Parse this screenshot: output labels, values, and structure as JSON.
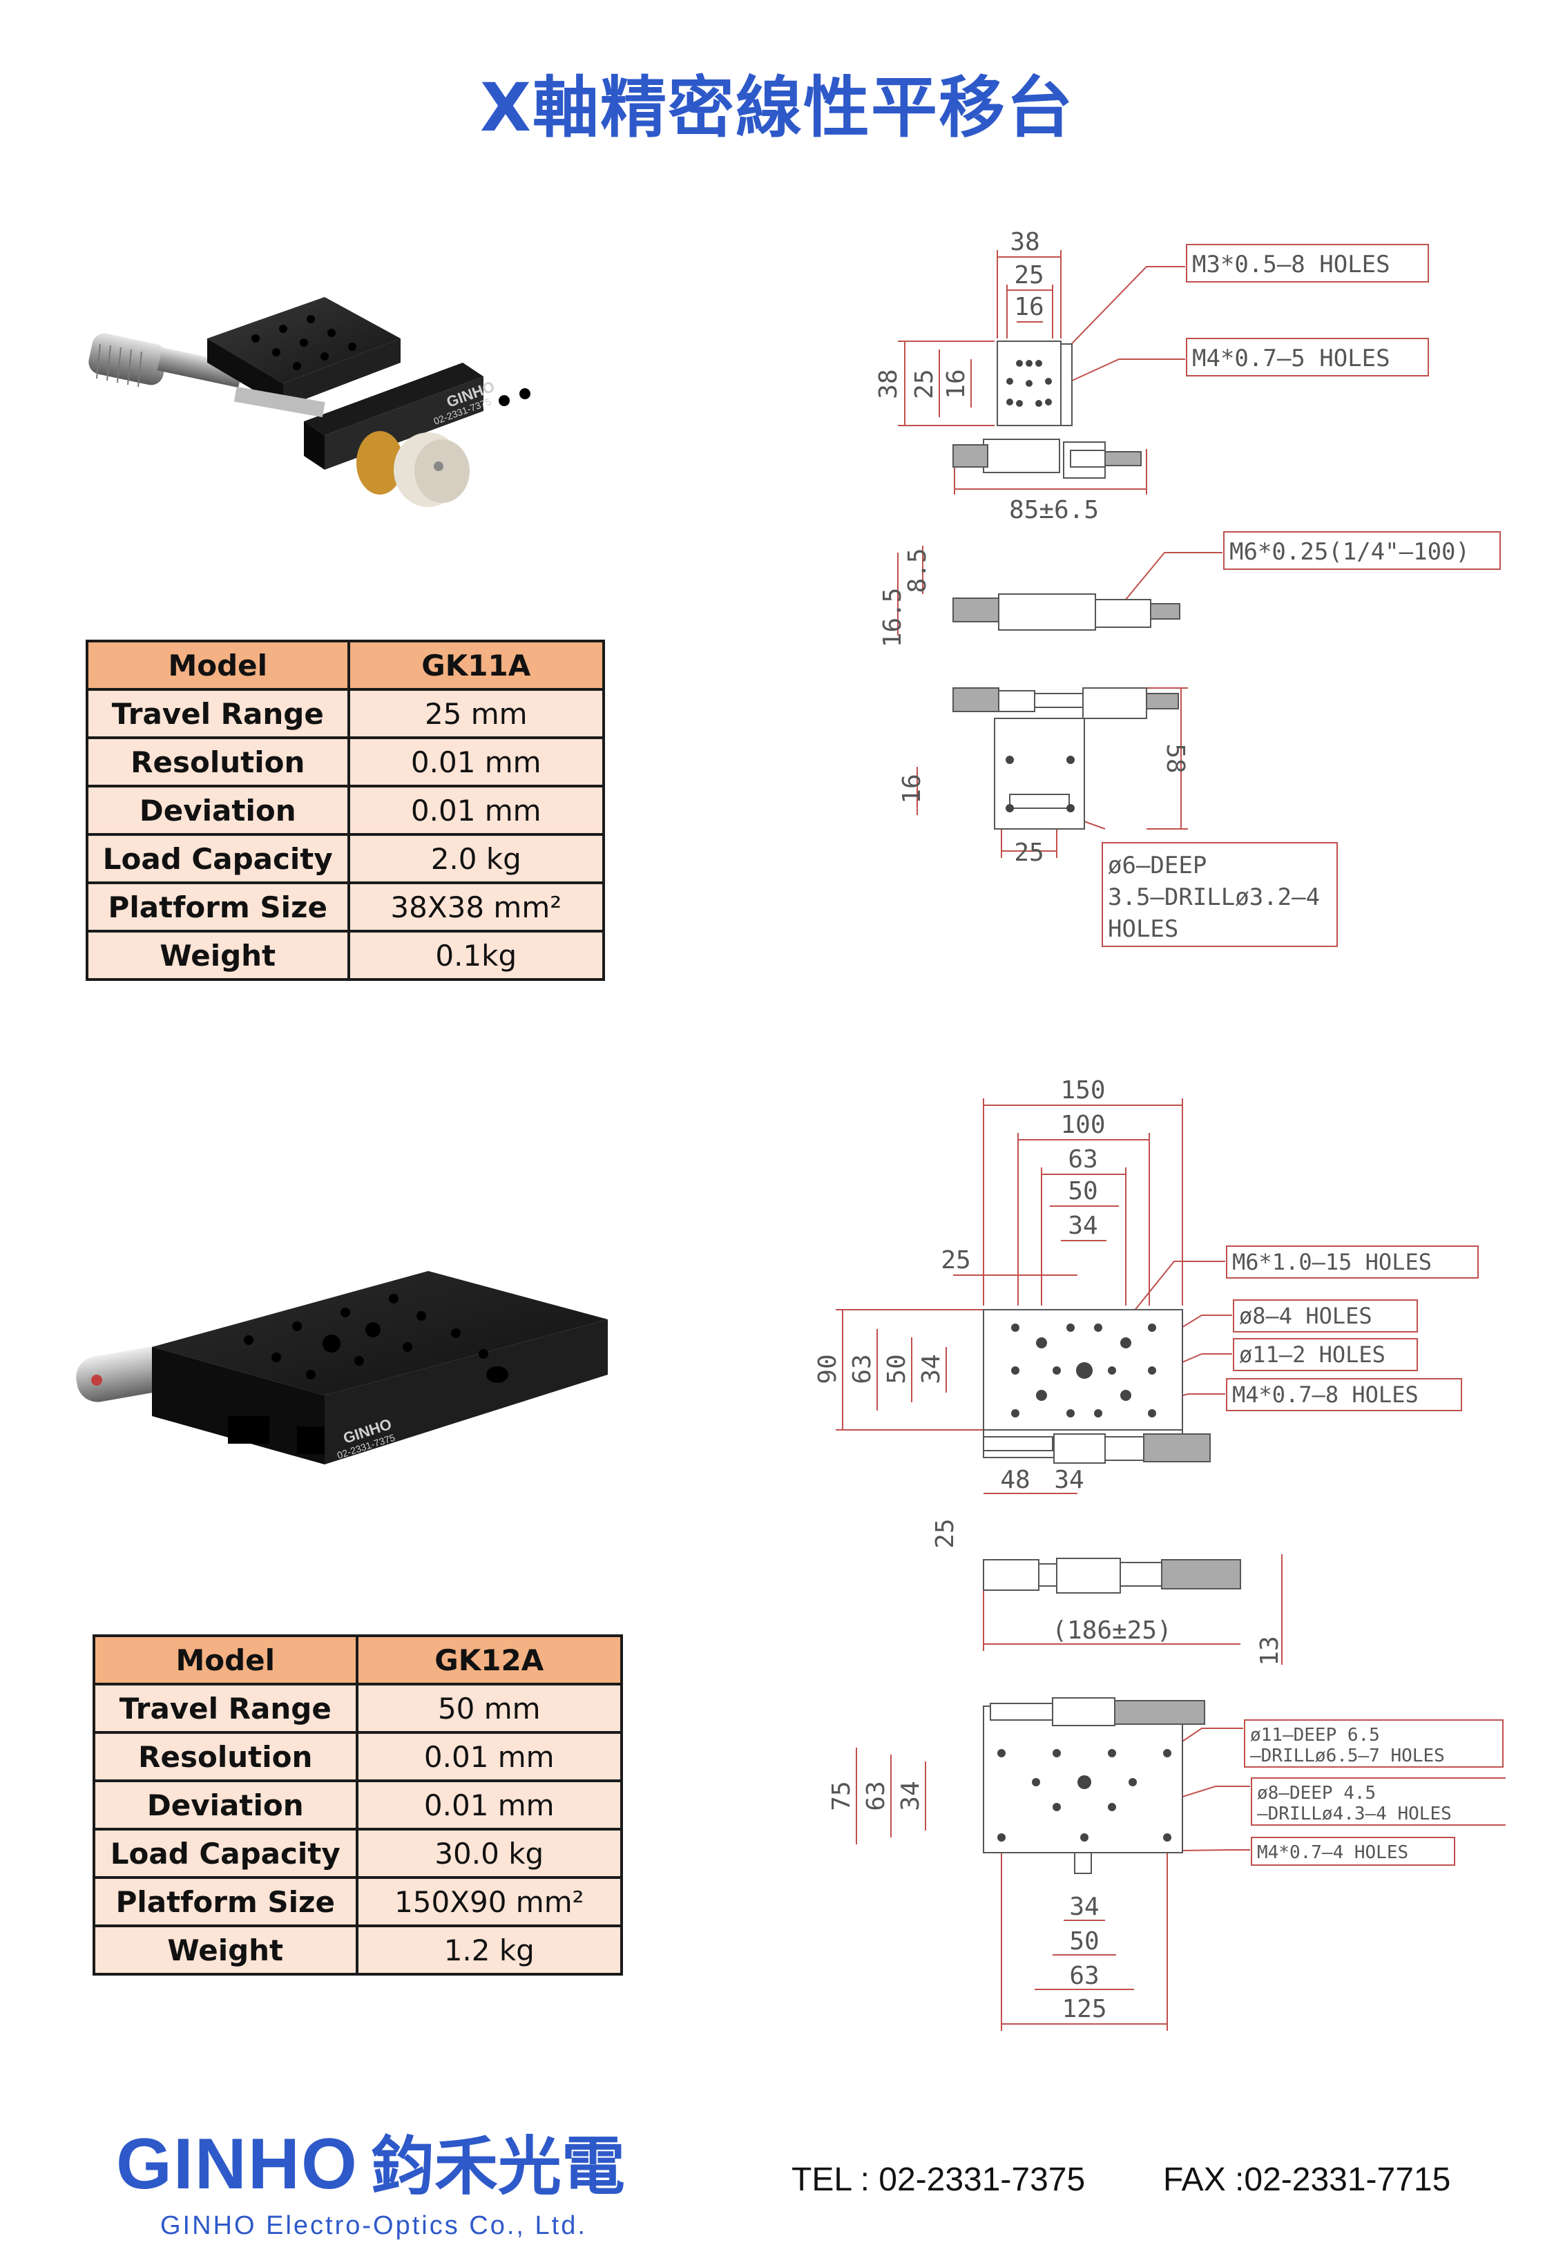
{
  "page_title": "X軸精密線性平移台",
  "products": [
    {
      "specs": [
        {
          "label": "Model",
          "value": "GK11A"
        },
        {
          "label": "Travel Range",
          "value": "25 mm"
        },
        {
          "label": "Resolution",
          "value": "0.01 mm"
        },
        {
          "label": "Deviation",
          "value": "0.01 mm"
        },
        {
          "label": "Load Capacity",
          "value": "2.0 kg"
        },
        {
          "label": "Platform Size",
          "value": "38X38 mm²"
        },
        {
          "label": "Weight",
          "value": "0.1kg"
        }
      ],
      "photo_text": {
        "brand": "GINHO",
        "phone": "02-2331-7375"
      },
      "drawing": {
        "dims": [
          "38",
          "25",
          "16",
          "38",
          "25",
          "16",
          "85±6.5",
          "8.5",
          "16.5",
          "58",
          "16",
          "25"
        ],
        "callouts": [
          "M3*0.5–8 HOLES",
          "M4*0.7–5 HOLES",
          "M6*0.25(1/4\"–100)",
          "ø6–DEEP",
          "3.5–DRILLø3.2–4",
          "HOLES"
        ]
      }
    },
    {
      "specs": [
        {
          "label": "Model",
          "value": "GK12A"
        },
        {
          "label": "Travel Range",
          "value": "50 mm"
        },
        {
          "label": "Resolution",
          "value": "0.01 mm"
        },
        {
          "label": "Deviation",
          "value": "0.01 mm"
        },
        {
          "label": "Load Capacity",
          "value": "30.0 kg"
        },
        {
          "label": "Platform Size",
          "value": "150X90 mm²"
        },
        {
          "label": "Weight",
          "value": "1.2 kg"
        }
      ],
      "photo_text": {
        "brand": "GINHO",
        "phone": "02-2331-7375"
      },
      "drawing": {
        "dims": [
          "150",
          "100",
          "63",
          "50",
          "34",
          "25",
          "90",
          "63",
          "50",
          "34",
          "48",
          "34",
          "25",
          "(186±25)",
          "13",
          "75",
          "63",
          "34",
          "34",
          "50",
          "63",
          "125"
        ],
        "callouts": [
          "M6*1.0–15 HOLES",
          "ø8–4 HOLES",
          "ø11–2 HOLES",
          "M4*0.7–8 HOLES",
          "ø11–DEEP 6.5",
          "–DRILLø6.5–7 HOLES",
          "ø8–DEEP 4.5",
          "–DRILLø4.3–4 HOLES",
          "M4*0.7–4 HOLES"
        ]
      }
    }
  ],
  "footer": {
    "brand_en": "GINHO",
    "brand_cn": "鈞禾光電",
    "company": "GINHO Electro-Optics Co., Ltd.",
    "tel": "TEL : 02-2331-7375",
    "fax": "FAX :02-2331-7715"
  },
  "colors": {
    "title": "#2e59c9",
    "table_header": "#f4b183",
    "table_row": "#fce4d6",
    "callout_box": "#d9868a"
  }
}
